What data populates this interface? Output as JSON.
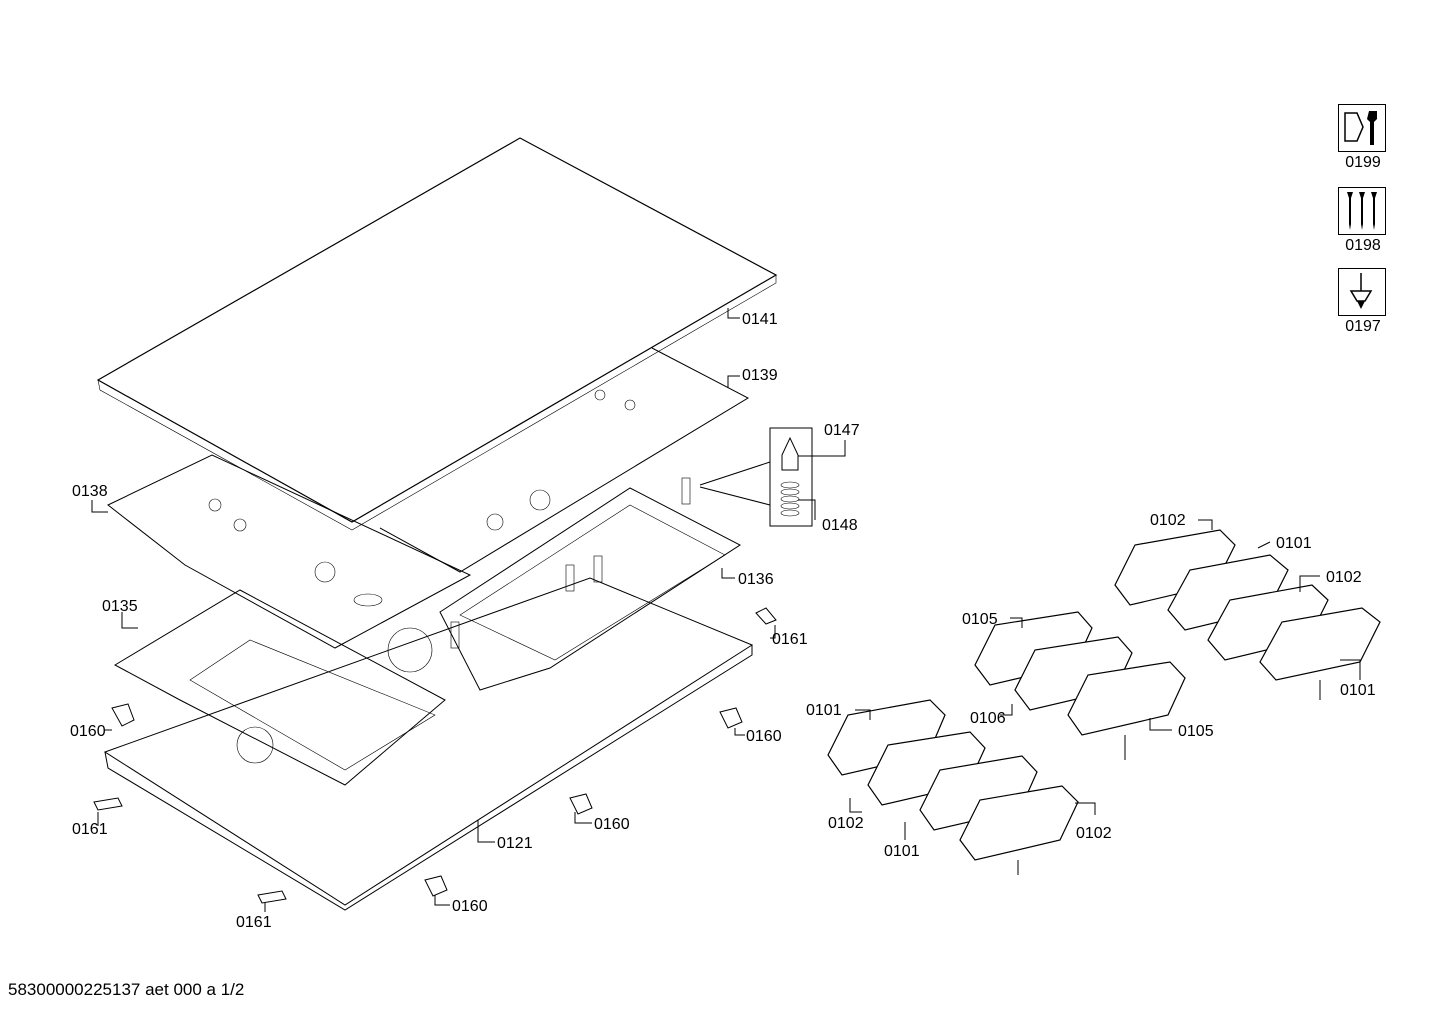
{
  "footer_text": "58300000225137 aet 000 a 1/2",
  "legend_icons": [
    {
      "label": "0199",
      "icon": "tool-kit-icon"
    },
    {
      "label": "0198",
      "icon": "screws-icon"
    },
    {
      "label": "0197",
      "icon": "grease-icon"
    }
  ],
  "part_labels": {
    "p0141": "0141",
    "p0139": "0139",
    "p0147": "0147",
    "p0148": "0148",
    "p0138": "0138",
    "p0136": "0136",
    "p0135": "0135",
    "p0161a": "0161",
    "p0161b": "0161",
    "p0161c": "0161",
    "p0160a": "0160",
    "p0160b": "0160",
    "p0160c": "0160",
    "p0160d": "0160",
    "p0121": "0121",
    "p0102a": "0102",
    "p0101a": "0101",
    "p0102b": "0102",
    "p0101b": "0101",
    "p0105a": "0105",
    "p0106": "0106",
    "p0105b": "0105",
    "p0101c": "0101",
    "p0102c": "0102",
    "p0101d": "0101",
    "p0102d": "0102"
  }
}
